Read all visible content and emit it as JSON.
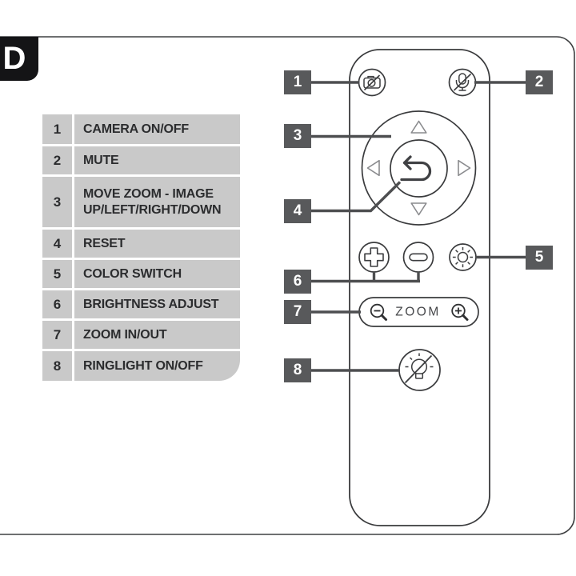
{
  "section": {
    "letter": "D"
  },
  "legend": {
    "rows": [
      {
        "num": "1",
        "label": "CAMERA ON/OFF"
      },
      {
        "num": "2",
        "label": "MUTE"
      },
      {
        "num": "3",
        "label": "MOVE ZOOM - IMAGE UP/LEFT/RIGHT/DOWN"
      },
      {
        "num": "4",
        "label": "RESET"
      },
      {
        "num": "5",
        "label": "COLOR SWITCH"
      },
      {
        "num": "6",
        "label": "BRIGHTNESS ADJUST"
      },
      {
        "num": "7",
        "label": "ZOOM IN/OUT"
      },
      {
        "num": "8",
        "label": "RINGLIGHT ON/OFF"
      }
    ]
  },
  "callouts": {
    "c1": "1",
    "c2": "2",
    "c3": "3",
    "c4": "4",
    "c5": "5",
    "c6": "6",
    "c7": "7",
    "c8": "8"
  },
  "remote": {
    "zoom_label": "ZOOM",
    "icons": [
      "camera-off-icon",
      "mic-mute-icon",
      "up-triangle-icon",
      "down-triangle-icon",
      "left-triangle-icon",
      "right-triangle-icon",
      "return-arrow-icon",
      "plus-icon",
      "minus-icon",
      "sun-icon",
      "zoom-out-magnifier-icon",
      "zoom-in-magnifier-icon",
      "ringlight-bulb-off-icon"
    ]
  },
  "colors": {
    "callout_box": "#58595b",
    "callout_line": "#4d4e50",
    "table_cell_bg": "#c9c9c9",
    "table_text": "#2b2c2e",
    "outline": "#3a3b3d",
    "triangle": "#8a8b8e",
    "tab_bg": "#141416"
  }
}
